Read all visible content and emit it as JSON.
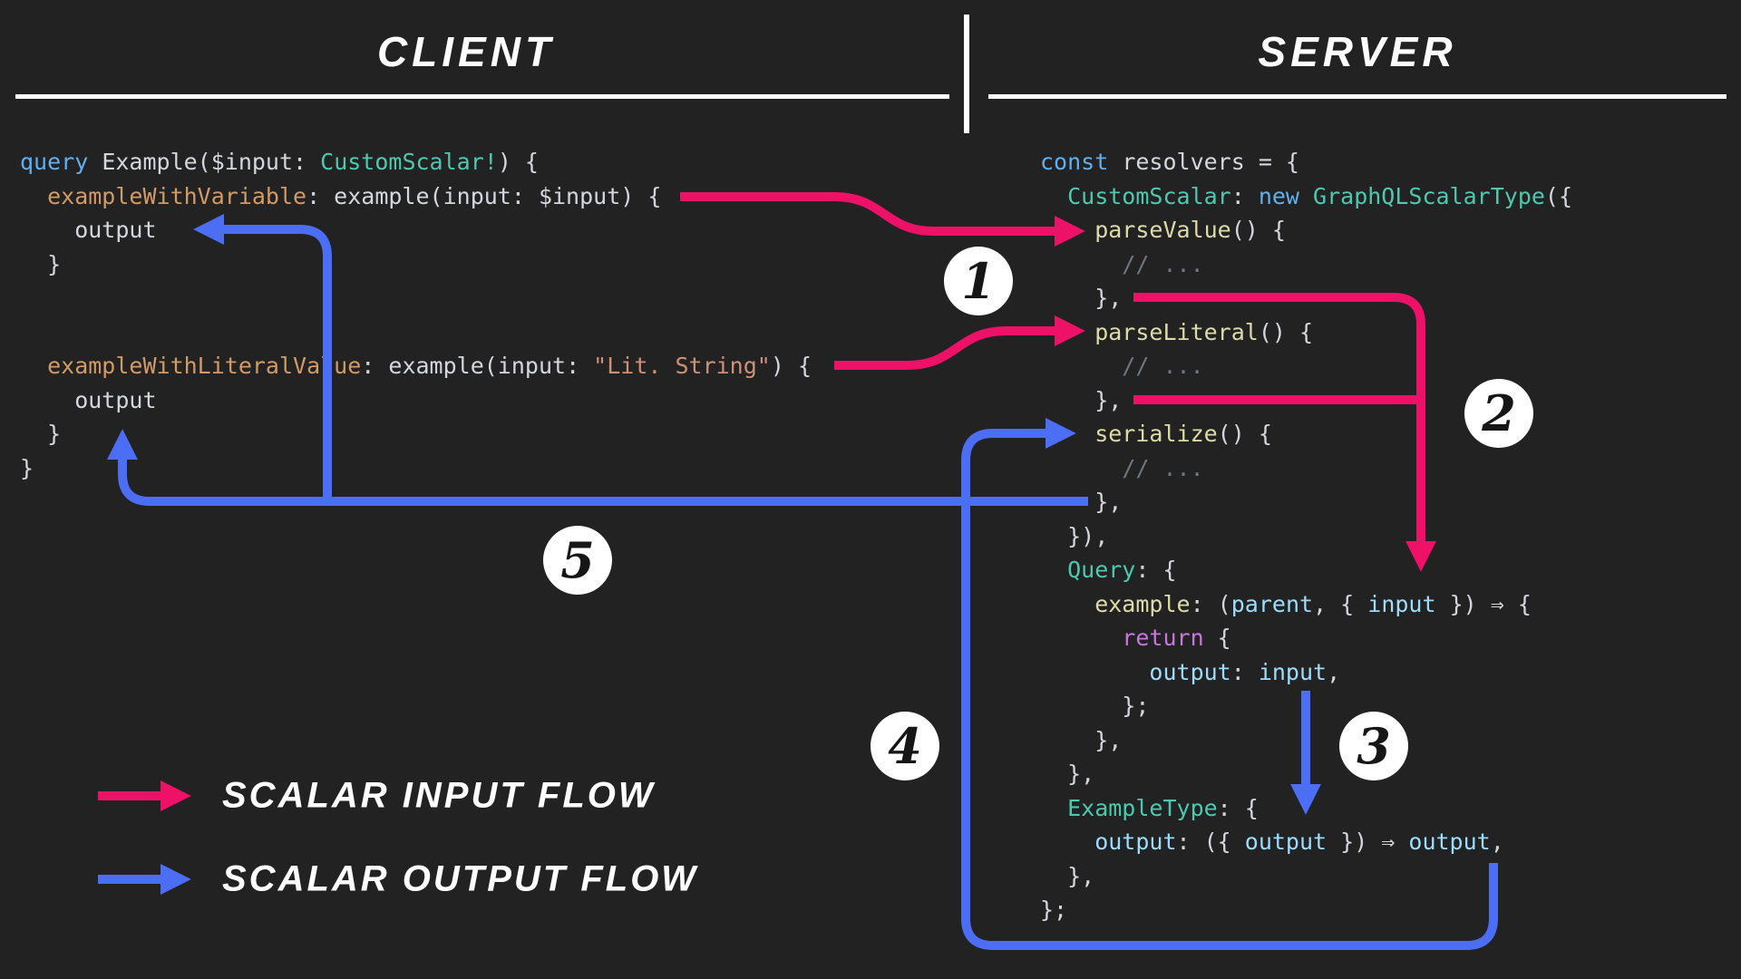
{
  "palette": {
    "bg": "#222222",
    "rule": "#ffffff",
    "pink": "#ed1168",
    "blue": "#4c6ef5",
    "circle_bg": "#ffffff",
    "circle_text": "#161616",
    "code": {
      "kw": "#61afef",
      "kw2": "#c678dd",
      "type": "#4ec9b0",
      "prop": "#d19a66",
      "str": "#ce9178",
      "fn": "#dcdcaa",
      "cm": "#6e7681",
      "var": "#9cdcfe",
      "pl": "#d4d7dd"
    }
  },
  "header": {
    "client": "CLIENT",
    "server": "SERVER"
  },
  "client_code": {
    "lines": [
      [
        [
          "kw",
          "query"
        ],
        [
          "pl",
          " Example($input: "
        ],
        [
          "type",
          "CustomScalar!"
        ],
        [
          "pl",
          ") {"
        ]
      ],
      [
        [
          "prop",
          "  exampleWithVariable"
        ],
        [
          "pl",
          ": example(input: $input) {"
        ]
      ],
      [
        [
          "pl",
          "    output"
        ]
      ],
      [
        [
          "pl",
          "  }"
        ]
      ],
      [],
      [],
      [
        [
          "prop",
          "  exampleWithLiteralValue"
        ],
        [
          "pl",
          ": example(input: "
        ],
        [
          "str",
          "\"Lit. String\""
        ],
        [
          "pl",
          ") {"
        ]
      ],
      [
        [
          "pl",
          "    output"
        ]
      ],
      [
        [
          "pl",
          "  }"
        ]
      ],
      [
        [
          "pl",
          "}"
        ]
      ]
    ]
  },
  "server_code": {
    "lines": [
      [
        [
          "kw",
          "const"
        ],
        [
          "pl",
          " resolvers = {"
        ]
      ],
      [
        [
          "type",
          "  CustomScalar"
        ],
        [
          "pl",
          ": "
        ],
        [
          "kw",
          "new"
        ],
        [
          "pl",
          " "
        ],
        [
          "type",
          "GraphQLScalarType"
        ],
        [
          "pl",
          "({"
        ]
      ],
      [
        [
          "fn",
          "    parseValue"
        ],
        [
          "pl",
          "() {"
        ]
      ],
      [
        [
          "cm",
          "      // ..."
        ]
      ],
      [
        [
          "pl",
          "    },"
        ]
      ],
      [
        [
          "fn",
          "    parseLiteral"
        ],
        [
          "pl",
          "() {"
        ]
      ],
      [
        [
          "cm",
          "      // ..."
        ]
      ],
      [
        [
          "pl",
          "    },"
        ]
      ],
      [
        [
          "fn",
          "    serialize"
        ],
        [
          "pl",
          "() {"
        ]
      ],
      [
        [
          "cm",
          "      // ..."
        ]
      ],
      [
        [
          "pl",
          "    },"
        ]
      ],
      [
        [
          "pl",
          "  }),"
        ]
      ],
      [
        [
          "type",
          "  Query"
        ],
        [
          "pl",
          ": {"
        ]
      ],
      [
        [
          "fn",
          "    example"
        ],
        [
          "pl",
          ": ("
        ],
        [
          "var",
          "parent"
        ],
        [
          "pl",
          ", { "
        ],
        [
          "var",
          "input"
        ],
        [
          "pl",
          " }) ⇒ {"
        ]
      ],
      [
        [
          "kw2",
          "      return"
        ],
        [
          "pl",
          " {"
        ]
      ],
      [
        [
          "var",
          "        output"
        ],
        [
          "pl",
          ": "
        ],
        [
          "var",
          "input"
        ],
        [
          "pl",
          ","
        ]
      ],
      [
        [
          "pl",
          "      };"
        ]
      ],
      [
        [
          "pl",
          "    },"
        ]
      ],
      [
        [
          "pl",
          "  },"
        ]
      ],
      [
        [
          "type",
          "  ExampleType"
        ],
        [
          "pl",
          ": {"
        ]
      ],
      [
        [
          "var",
          "    output"
        ],
        [
          "pl",
          ": ({ "
        ],
        [
          "var",
          "output"
        ],
        [
          "pl",
          " }) ⇒ "
        ],
        [
          "var",
          "output"
        ],
        [
          "pl",
          ","
        ]
      ],
      [
        [
          "pl",
          "  },"
        ]
      ],
      [
        [
          "pl",
          "};"
        ]
      ]
    ]
  },
  "badges": [
    {
      "label": "1"
    },
    {
      "label": "2"
    },
    {
      "label": "3"
    },
    {
      "label": "4"
    },
    {
      "label": "5"
    }
  ],
  "legend": {
    "input_label": "SCALAR INPUT FLOW",
    "output_label": "SCALAR OUTPUT FLOW"
  }
}
